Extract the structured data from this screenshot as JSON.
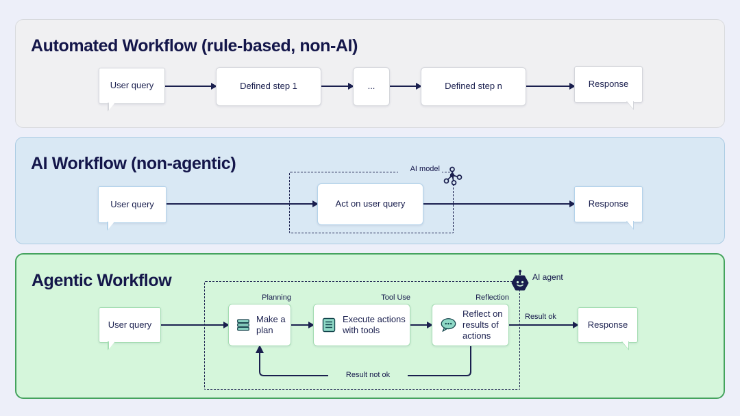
{
  "colors": {
    "page_bg": "#edeff9",
    "line_navy": "#1a1f4e",
    "title_navy": "#14164a",
    "panel_automated_bg": "#f0f0f2",
    "panel_automated_border": "#d8dade",
    "panel_ai_bg": "#d9e8f4",
    "panel_ai_border": "#aacbe3",
    "panel_agentic_bg": "#d5f6db",
    "panel_agentic_border": "#45a35e",
    "icon_teal_fill": "#8fd9c6",
    "icon_dark_stroke": "#14444c"
  },
  "icons": {
    "ai_model": "network-nodes-icon",
    "ai_agent": "robot-hexagon-icon",
    "plan": "stacked-bars-icon",
    "execute": "checklist-icon",
    "reflect": "thought-bubble-icon"
  },
  "panels": [
    {
      "id": "automated",
      "title": "Automated Workflow (rule-based, non-AI)",
      "nodes": {
        "user_query": "User query",
        "step_1": "Defined step 1",
        "ellipsis": "...",
        "step_n": "Defined step n",
        "response": "Response"
      }
    },
    {
      "id": "ai",
      "title": "AI Workflow (non-agentic)",
      "nodes": {
        "user_query": "User query",
        "act": "Act on user query",
        "response": "Response"
      },
      "annotations": {
        "ai_model": "AI model"
      }
    },
    {
      "id": "agentic",
      "title": "Agentic Workflow",
      "nodes": {
        "user_query": "User query",
        "plan": "Make a plan",
        "execute": "Execute actions with tools",
        "reflect": "Reflect on results of actions",
        "response": "Response"
      },
      "step_labels": {
        "planning": "Planning",
        "tool_use": "Tool Use",
        "reflection": "Reflection"
      },
      "annotations": {
        "ai_agent": "AI agent",
        "result_ok": "Result ok",
        "result_not_ok": "Result not ok"
      }
    }
  ]
}
